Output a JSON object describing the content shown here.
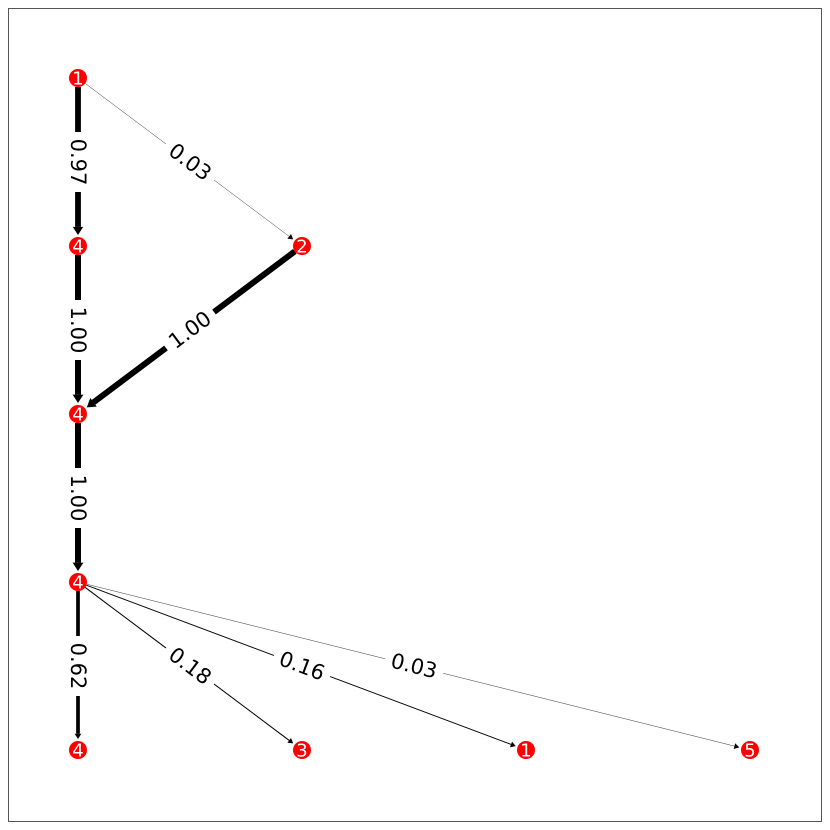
{
  "diagram": {
    "type": "directed-weighted-graph",
    "node_color": "#ff0000",
    "node_label_color": "#ffffff",
    "edge_color": "#000000",
    "frame_color": "#555555",
    "nodes": [
      {
        "id": "a",
        "label": "1"
      },
      {
        "id": "b",
        "label": "4"
      },
      {
        "id": "c",
        "label": "2"
      },
      {
        "id": "d",
        "label": "4"
      },
      {
        "id": "e",
        "label": "4"
      },
      {
        "id": "f",
        "label": "4"
      },
      {
        "id": "g",
        "label": "3"
      },
      {
        "id": "h",
        "label": "1"
      },
      {
        "id": "i",
        "label": "5"
      }
    ],
    "edges": [
      {
        "source": "a",
        "target": "b",
        "weight": 0.97,
        "label": "0.97"
      },
      {
        "source": "a",
        "target": "c",
        "weight": 0.03,
        "label": "0.03"
      },
      {
        "source": "b",
        "target": "d",
        "weight": 1.0,
        "label": "1.00"
      },
      {
        "source": "c",
        "target": "d",
        "weight": 1.0,
        "label": "1.00"
      },
      {
        "source": "d",
        "target": "e",
        "weight": 1.0,
        "label": "1.00"
      },
      {
        "source": "e",
        "target": "f",
        "weight": 0.62,
        "label": "0.62"
      },
      {
        "source": "e",
        "target": "g",
        "weight": 0.18,
        "label": "0.18"
      },
      {
        "source": "e",
        "target": "h",
        "weight": 0.16,
        "label": "0.16"
      },
      {
        "source": "e",
        "target": "i",
        "weight": 0.03,
        "label": "0.03"
      }
    ]
  }
}
